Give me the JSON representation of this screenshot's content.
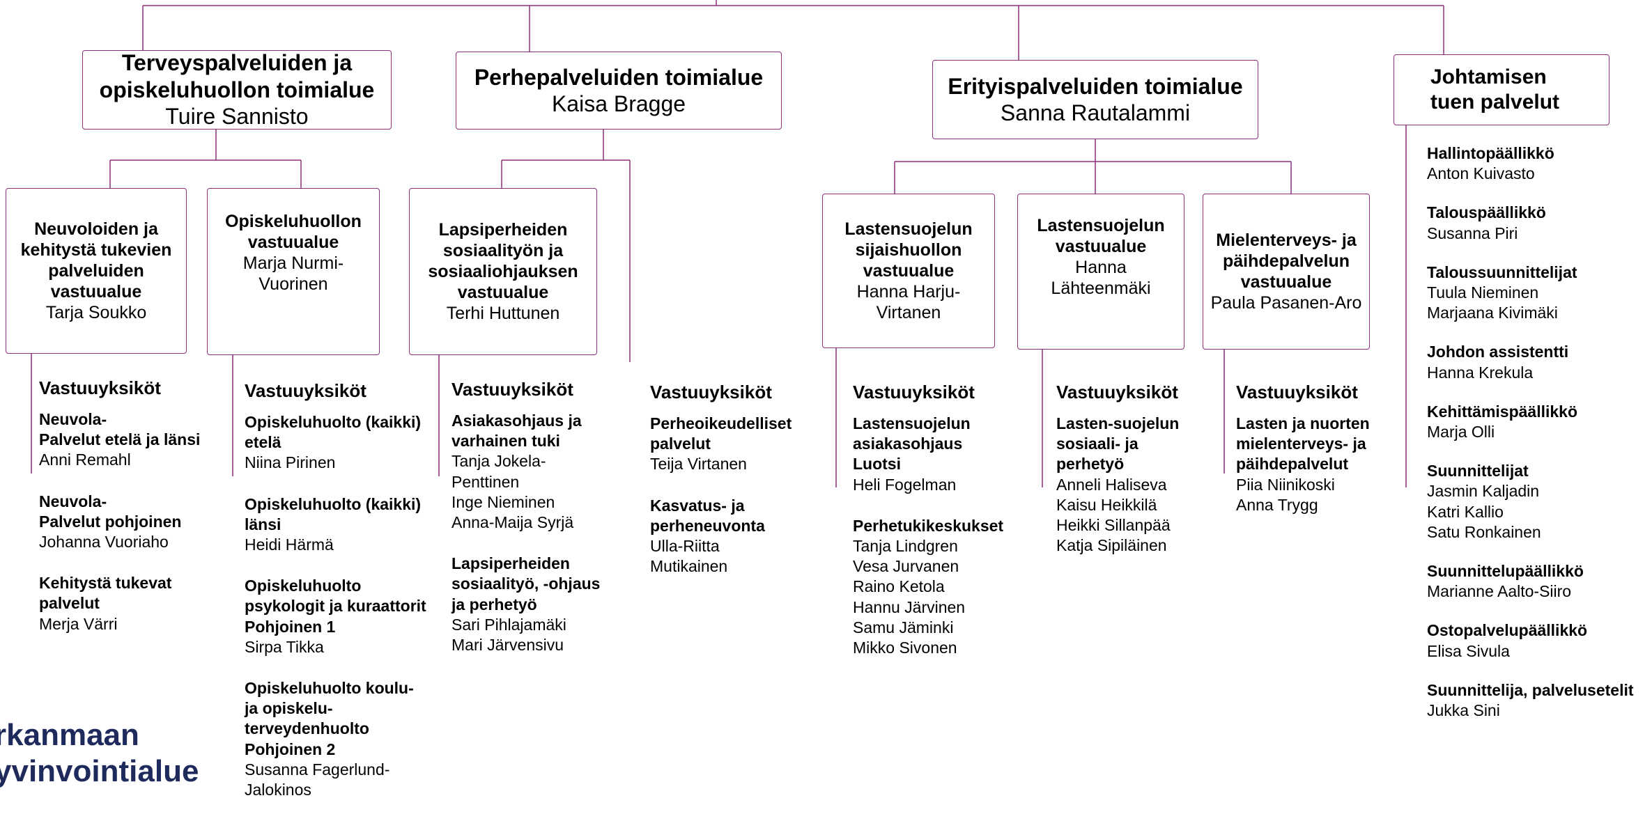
{
  "colors": {
    "border": "#8b2f7a",
    "logo": "#1e2a5c"
  },
  "toimialueet": [
    {
      "title": "Terveyspalveluiden ja opiskeluhuollon toimialue",
      "name": "Tuire Sannisto"
    },
    {
      "title": "Perhepalveluiden toimialue",
      "name": "Kaisa Bragge"
    },
    {
      "title": "Erityispalveluiden toimialue",
      "name": "Sanna Rautalammi"
    },
    {
      "title": "Johtamisen tuen palvelut"
    }
  ],
  "vastuualueet": [
    {
      "title": "Neuvoloiden ja kehitystä tukevien palveluiden vastuualue",
      "name": "Tarja Soukko"
    },
    {
      "title": "Opiskeluhuollon vastuualue",
      "name": "Marja Nurmi-Vuorinen"
    },
    {
      "title": "Lapsiperheiden sosiaalityön ja sosiaaliohjauksen vastuualue",
      "name": "Terhi Huttunen"
    },
    {
      "title": "Lastensuojelun sijaishuollon vastuualue",
      "name": "Hanna Harju-Virtanen"
    },
    {
      "title": "Lastensuojelun vastuualue",
      "name": "Hanna Lähteenmäki"
    },
    {
      "title": "Mielenterveys- ja päihdepalvelun vastuualue",
      "name": "Paula Pasanen-Aro"
    }
  ],
  "vastuuyksikot_heading": "Vastuuyksiköt",
  "columns": [
    {
      "blocks": [
        {
          "title": [
            "Neuvola-",
            "Palvelut etelä ja länsi"
          ],
          "names": [
            "Anni Remahl"
          ]
        },
        {
          "title": [
            "Neuvola-",
            "Palvelut pohjoinen"
          ],
          "names": [
            "Johanna Vuoriaho"
          ]
        },
        {
          "title": [
            "Kehitystä tukevat",
            "palvelut"
          ],
          "names": [
            "Merja Värri"
          ]
        }
      ]
    },
    {
      "blocks": [
        {
          "title": [
            "Opiskeluhuolto (kaikki)",
            "etelä"
          ],
          "names": [
            "Niina Pirinen"
          ]
        },
        {
          "title": [
            "Opiskeluhuolto (kaikki)",
            "länsi"
          ],
          "names": [
            "Heidi Härmä"
          ]
        },
        {
          "title": [
            "Opiskeluhuolto",
            "psykologit ja kuraattorit",
            "Pohjoinen 1"
          ],
          "names": [
            "Sirpa Tikka"
          ]
        },
        {
          "title": [
            "Opiskeluhuolto koulu-",
            "ja opiskelu-",
            "terveydenhuolto",
            "Pohjoinen 2"
          ],
          "names": [
            "Susanna Fagerlund-",
            "Jalokinos"
          ]
        }
      ]
    },
    {
      "blocks": [
        {
          "title": [
            "Asiakasohjaus ja",
            "varhainen tuki"
          ],
          "names": [
            "Tanja Jokela-",
            "Penttinen",
            "Inge Nieminen",
            "Anna-Maija Syrjä"
          ]
        },
        {
          "title": [
            "Lapsiperheiden",
            "sosiaalityö, -ohjaus",
            "ja perhetyö"
          ],
          "names": [
            "Sari Pihlajamäki",
            "Mari Järvensivu"
          ]
        }
      ]
    },
    {
      "blocks": [
        {
          "title": [
            "Perheoikeudelliset",
            "palvelut"
          ],
          "names": [
            "Teija Virtanen"
          ]
        },
        {
          "title": [
            "Kasvatus- ja",
            "perheneuvonta"
          ],
          "names": [
            "Ulla-Riitta",
            "Mutikainen"
          ]
        }
      ]
    },
    {
      "blocks": [
        {
          "title": [
            "Lastensuojelun",
            "asiakasohjaus",
            "Luotsi"
          ],
          "names": [
            "Heli Fogelman"
          ]
        },
        {
          "title": [
            "Perhetukikeskukset"
          ],
          "names": [
            "Tanja Lindgren",
            "Vesa Jurvanen",
            "Raino Ketola",
            "Hannu Järvinen",
            "Samu Jäminki",
            "Mikko Sivonen"
          ]
        }
      ]
    },
    {
      "blocks": [
        {
          "title": [
            "Lasten-suojelun",
            "sosiaali- ja",
            "perhetyö"
          ],
          "names": [
            "Anneli Haliseva",
            "Kaisu Heikkilä",
            "Heikki Sillanpää",
            "Katja Sipiläinen"
          ]
        }
      ]
    },
    {
      "blocks": [
        {
          "title": [
            "Lasten ja nuorten",
            "mielenterveys- ja",
            "päihdepalvelut"
          ],
          "names": [
            "Piia Niinikoski",
            "Anna Trygg"
          ]
        }
      ]
    }
  ],
  "support": [
    {
      "title": "Hallintopäällikkö",
      "names": [
        "Anton Kuivasto"
      ]
    },
    {
      "title": "Talouspäällikkö",
      "names": [
        " Susanna Piri"
      ]
    },
    {
      "title": "Taloussuunnittelijat",
      "names": [
        "Tuula Nieminen",
        "Marjaana Kivimäki"
      ]
    },
    {
      "title": "Johdon assistentti",
      "names": [
        "Hanna Krekula"
      ]
    },
    {
      "title": "Kehittämispäällikkö",
      "names": [
        "Marja Olli"
      ]
    },
    {
      "title": "Suunnittelijat",
      "names": [
        "Jasmin Kaljadin",
        "Katri Kallio",
        "Satu Ronkainen"
      ]
    },
    {
      "title": "Suunnittelupäällikkö",
      "names": [
        "Marianne Aalto-Siiro"
      ]
    },
    {
      "title": "Ostopalvelupäällikkö",
      "names": [
        "Elisa Sivula"
      ]
    },
    {
      "title": "Suunnittelija, palvelusetelit",
      "names": [
        "Jukka Sini"
      ]
    }
  ],
  "logo": [
    "rkanmaan",
    "yvinvointialue"
  ]
}
